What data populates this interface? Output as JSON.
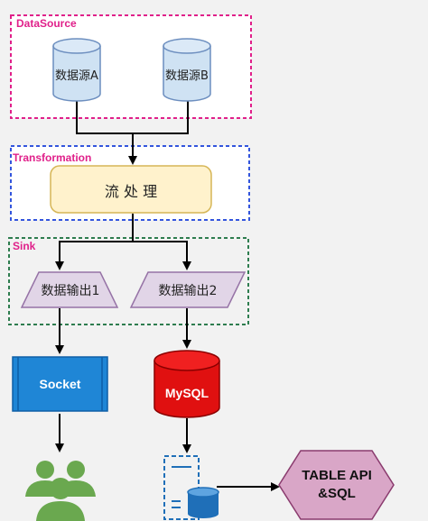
{
  "groups": {
    "datasource": "DataSource",
    "transformation": "Transformation",
    "sink": "Sink"
  },
  "nodes": {
    "source_a": "数据源A",
    "source_b": "数据源B",
    "process": "流 处 理",
    "output_1": "数据输出1",
    "output_2": "数据输出2",
    "socket": "Socket",
    "mysql": "MySQL",
    "table_api": "TABLE API\n&SQL"
  },
  "icons": {
    "users": "users-icon",
    "db_server": "database-server-icon"
  },
  "colors": {
    "datasource_border": "#e0208a",
    "transformation_border": "#3355dd",
    "sink_border": "#2e7d4f",
    "cylinder_fill": "#cfe2f3",
    "process_fill": "#fff2cc",
    "process_border": "#d6b656",
    "parallelogram_fill": "#e1d5e7",
    "socket_fill": "#1f86d6",
    "mysql_fill": "#e01010",
    "users_fill": "#6aa84f",
    "table_api_fill": "#d9a6c7"
  }
}
